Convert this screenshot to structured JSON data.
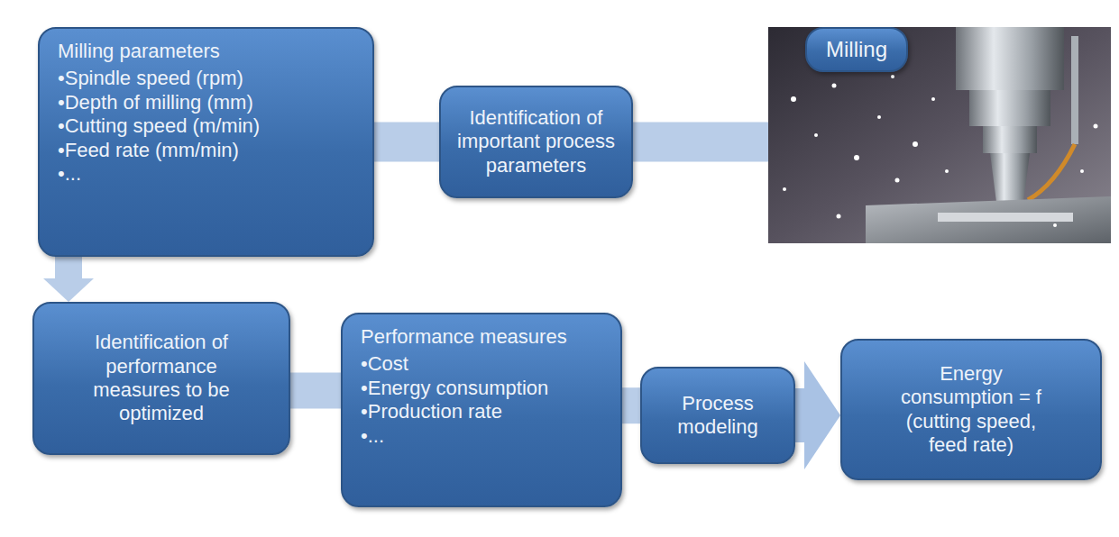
{
  "diagram": {
    "nodes": [
      {
        "text": [
          "Milling parameters",
          "•Spindle speed (rpm)",
          "•Depth of milling (mm)",
          "•Cutting speed (m/min)",
          "•Feed rate (mm/min)",
          "•..."
        ]
      },
      {
        "text": [
          "Identification of important process parameters"
        ]
      },
      {
        "text": [
          "Milling"
        ]
      },
      {
        "text": [
          "Identification of performance measures to be optimized"
        ]
      },
      {
        "text": [
          "Performance measures",
          "•Cost",
          "•Energy consumption",
          "•Production rate",
          "•..."
        ]
      },
      {
        "text": [
          "Process modeling"
        ]
      },
      {
        "text": [
          "Energy consumption = f (cutting speed, feed rate)"
        ]
      }
    ],
    "edges": [
      {
        "from": 2,
        "to": 1,
        "arrow": "none"
      },
      {
        "from": 1,
        "to": 0,
        "arrow": "none"
      },
      {
        "from": 0,
        "to": 3,
        "arrow": "to"
      },
      {
        "from": 3,
        "to": 4,
        "arrow": "none"
      },
      {
        "from": 4,
        "to": 5,
        "arrow": "none"
      },
      {
        "from": 5,
        "to": 6,
        "arrow": "to"
      }
    ]
  }
}
